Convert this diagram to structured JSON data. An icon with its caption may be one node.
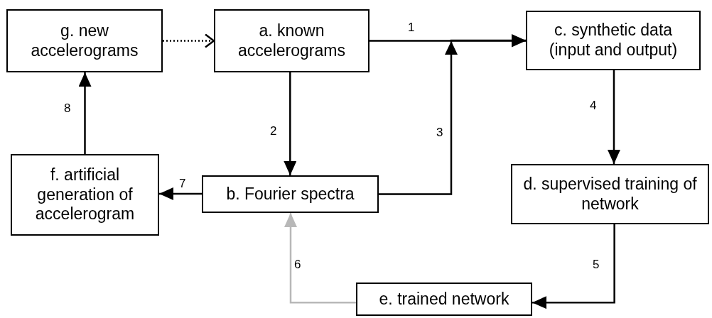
{
  "diagram": {
    "nodes": [
      {
        "text": [
          "g. new accelerograms"
        ]
      },
      {
        "text": [
          "a. known accelerograms"
        ]
      },
      {
        "text": [
          "c. synthetic data (input and output)"
        ]
      },
      {
        "text": [
          "f. artificial generation of accelerogram"
        ]
      },
      {
        "text": [
          "b. Fourier spectra"
        ]
      },
      {
        "text": [
          "d. supervised training of network"
        ]
      },
      {
        "text": [
          "e. trained network"
        ]
      }
    ],
    "edges": [
      {
        "from": 0,
        "to": 1,
        "arrow": "to",
        "style": "dashed"
      },
      {
        "from": 1,
        "to": 2,
        "arrow": "to",
        "label": "1"
      },
      {
        "from": 1,
        "to": 4,
        "arrow": "to",
        "label": "2"
      },
      {
        "from": 4,
        "to": 2,
        "arrow": "to",
        "label": "3"
      },
      {
        "from": 2,
        "to": 5,
        "arrow": "to",
        "label": "4"
      },
      {
        "from": 5,
        "to": 6,
        "arrow": "to",
        "label": "5"
      },
      {
        "from": 6,
        "to": 4,
        "arrow": "to",
        "label": "6",
        "color": "#b8b8b8"
      },
      {
        "from": 4,
        "to": 3,
        "arrow": "to",
        "label": "7"
      },
      {
        "from": 3,
        "to": 0,
        "arrow": "to",
        "label": "8"
      }
    ]
  }
}
